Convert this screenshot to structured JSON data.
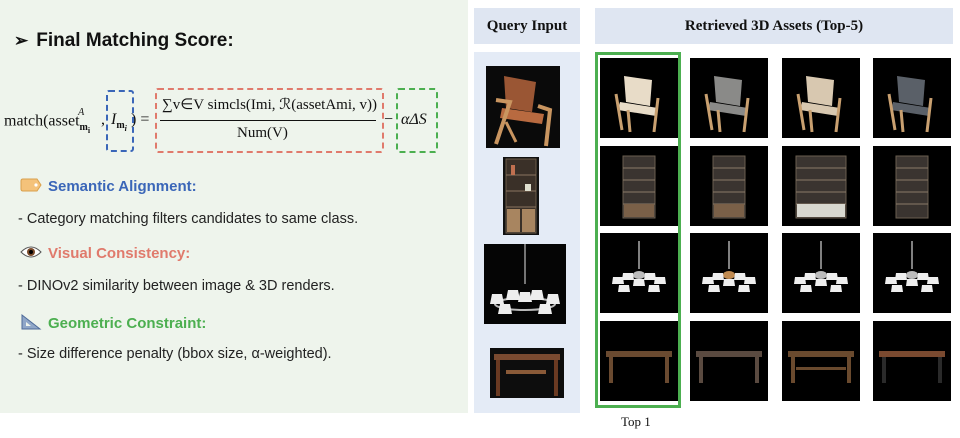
{
  "left": {
    "heading": "Final Matching Score:",
    "heading_marker": "➢",
    "formula": {
      "lhs": "match(asset",
      "lhs_sub": "m",
      "lhs_subsub": "i",
      "lhs_sup": "A",
      "lhs_comma": ",",
      "blue_term": "I",
      "blue_sub": "m",
      "blue_subsub": "i",
      "close_eq": ") =",
      "numerator": "∑v∈V simcls(Imi, ℛ(assetAmi, v))",
      "denominator": "Num(V)",
      "minus": "−",
      "green_term": "αΔS"
    },
    "sections": [
      {
        "title": "Semantic Alignment:",
        "desc": "- Category matching filters candidates to same class.",
        "color": "#3a66b8",
        "icon": "tag-icon"
      },
      {
        "title": "Visual Consistency:",
        "desc": "- DINOv2 similarity between image & 3D renders.",
        "color": "#e07a6c",
        "icon": "eye-icon"
      },
      {
        "title": "Geometric Constraint:",
        "desc": "- Size difference penalty (bbox size, α-weighted).",
        "color": "#4caf50",
        "icon": "set-square-icon"
      }
    ]
  },
  "right": {
    "query_header": "Query Input",
    "retrieved_header": "Retrieved 3D Assets (Top-5)",
    "top1_label": "Top 1",
    "rows": [
      "chair",
      "bookshelf",
      "chandelier",
      "table"
    ]
  }
}
